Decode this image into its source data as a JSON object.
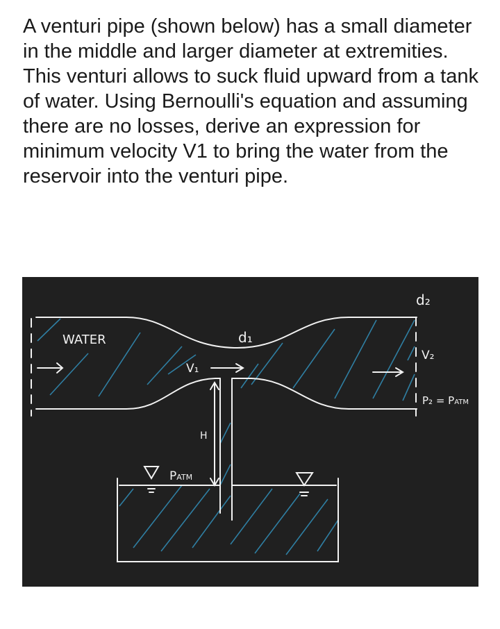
{
  "question": {
    "text": "A venturi pipe (shown below) has a small diameter in the middle and larger diameter at extremities. This venturi allows to suck fluid upward from a tank of water. Using Bernoulli's equation and assuming there are no losses, derive an expression for minimum velocity V1 to bring the water from the reservoir into the venturi pipe."
  },
  "figure": {
    "labels": {
      "water": "WATER",
      "d1": "d₁",
      "d2": "d₂",
      "v1": "V₁",
      "v2": "V₂",
      "p2": "P₂ = P",
      "p2_sub": "ATM",
      "patm": "P",
      "patm_sub": "ATM",
      "h": "H"
    },
    "colors": {
      "background": "#202020",
      "lines": "#f2f2f2",
      "hatch": "#2f7fa3"
    }
  }
}
